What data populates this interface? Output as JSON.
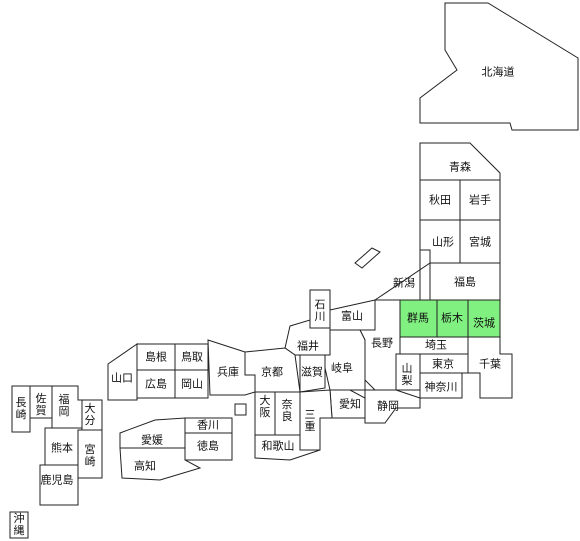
{
  "colors": {
    "default_fill": "#ffffff",
    "highlight_fill": "#80f080",
    "stroke": "#222222",
    "text": "#111111"
  },
  "prefectures": [
    {
      "id": "hokkaido",
      "label": "北海道",
      "highlighted": false
    },
    {
      "id": "aomori",
      "label": "青森",
      "highlighted": false
    },
    {
      "id": "akita",
      "label": "秋田",
      "highlighted": false
    },
    {
      "id": "iwate",
      "label": "岩手",
      "highlighted": false
    },
    {
      "id": "yamagata",
      "label": "山形",
      "highlighted": false
    },
    {
      "id": "miyagi",
      "label": "宮城",
      "highlighted": false
    },
    {
      "id": "niigata",
      "label": "新潟",
      "highlighted": false
    },
    {
      "id": "fukushima",
      "label": "福島",
      "highlighted": false
    },
    {
      "id": "gunma",
      "label": "群馬",
      "highlighted": true
    },
    {
      "id": "tochigi",
      "label": "栃木",
      "highlighted": true
    },
    {
      "id": "ibaraki",
      "label": "茨城",
      "highlighted": true
    },
    {
      "id": "ishikawa",
      "label": "石川",
      "highlighted": false
    },
    {
      "id": "toyama",
      "label": "富山",
      "highlighted": false
    },
    {
      "id": "nagano",
      "label": "長野",
      "highlighted": false
    },
    {
      "id": "saitama",
      "label": "埼玉",
      "highlighted": false
    },
    {
      "id": "fukui",
      "label": "福井",
      "highlighted": false
    },
    {
      "id": "gifu",
      "label": "岐阜",
      "highlighted": false
    },
    {
      "id": "yamanashi",
      "label": "山梨",
      "highlighted": false
    },
    {
      "id": "tokyo",
      "label": "東京",
      "highlighted": false
    },
    {
      "id": "chiba",
      "label": "千葉",
      "highlighted": false
    },
    {
      "id": "kanagawa",
      "label": "神奈川",
      "highlighted": false
    },
    {
      "id": "kyoto",
      "label": "京都",
      "highlighted": false
    },
    {
      "id": "shiga",
      "label": "滋賀",
      "highlighted": false
    },
    {
      "id": "aichi",
      "label": "愛知",
      "highlighted": false
    },
    {
      "id": "shizuoka",
      "label": "静岡",
      "highlighted": false
    },
    {
      "id": "osaka",
      "label": "大阪",
      "highlighted": false
    },
    {
      "id": "nara",
      "label": "奈良",
      "highlighted": false
    },
    {
      "id": "mie",
      "label": "三重",
      "highlighted": false
    },
    {
      "id": "wakayama",
      "label": "和歌山",
      "highlighted": false
    },
    {
      "id": "hyogo",
      "label": "兵庫",
      "highlighted": false
    },
    {
      "id": "shimane",
      "label": "島根",
      "highlighted": false
    },
    {
      "id": "tottori",
      "label": "鳥取",
      "highlighted": false
    },
    {
      "id": "hiroshima",
      "label": "広島",
      "highlighted": false
    },
    {
      "id": "okayama",
      "label": "岡山",
      "highlighted": false
    },
    {
      "id": "yamaguchi",
      "label": "山口",
      "highlighted": false
    },
    {
      "id": "kagawa",
      "label": "香川",
      "highlighted": false
    },
    {
      "id": "ehime",
      "label": "愛媛",
      "highlighted": false
    },
    {
      "id": "tokushima",
      "label": "徳島",
      "highlighted": false
    },
    {
      "id": "kochi",
      "label": "高知",
      "highlighted": false
    },
    {
      "id": "nagasaki",
      "label": "長崎",
      "highlighted": false
    },
    {
      "id": "saga",
      "label": "佐賀",
      "highlighted": false
    },
    {
      "id": "fukuoka",
      "label": "福岡",
      "highlighted": false
    },
    {
      "id": "oita",
      "label": "大分",
      "highlighted": false
    },
    {
      "id": "kumamoto",
      "label": "熊本",
      "highlighted": false
    },
    {
      "id": "miyazaki",
      "label": "宮崎",
      "highlighted": false
    },
    {
      "id": "kagoshima",
      "label": "鹿児島",
      "highlighted": false
    },
    {
      "id": "okinawa",
      "label": "沖縄",
      "highlighted": false
    }
  ]
}
